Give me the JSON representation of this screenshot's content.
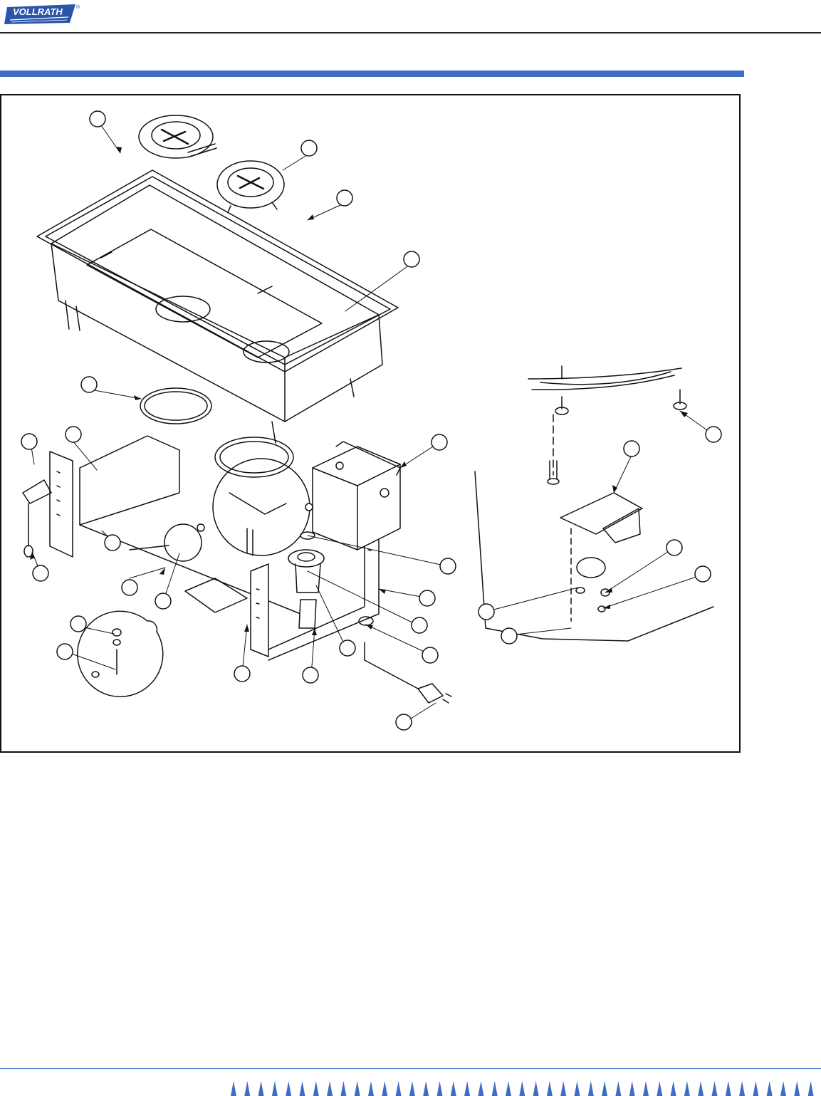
{
  "brand": {
    "logo_text": "VOLLRATH",
    "registered_mark": "®",
    "color": "#2a55a8"
  },
  "accent_color": "#3f6ec1",
  "diagram": {
    "type": "exploded-parts-view",
    "callout_count": 29
  }
}
